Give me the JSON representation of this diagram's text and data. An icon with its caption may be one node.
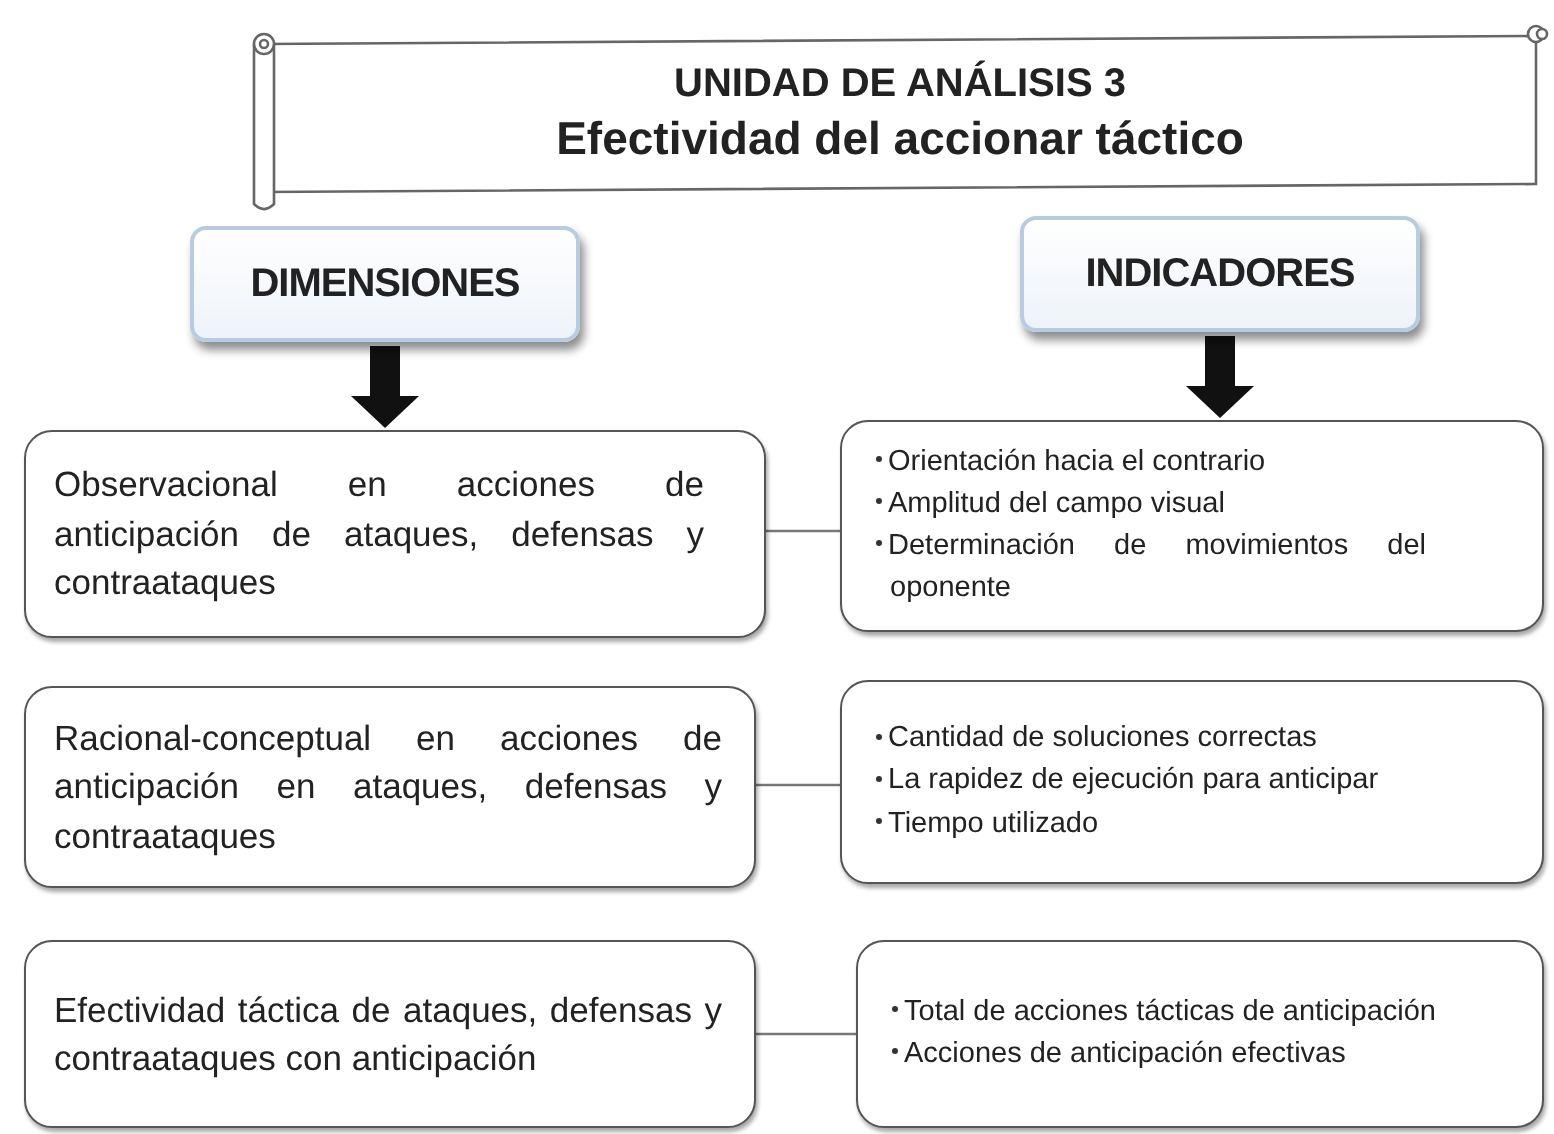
{
  "diagram": {
    "nodes": [
      {
        "text": [
          "UNIDAD DE ANÁLISIS 3",
          "Efectividad del accionar táctico"
        ]
      },
      {
        "text": [
          "DIMENSIONES"
        ]
      },
      {
        "text": [
          "INDICADORES"
        ]
      },
      {
        "text": [
          "Observacional en acciones de anticipación de ataques, defensas y contraataques"
        ]
      },
      {
        "text": [
          "Orientación hacia el contrario",
          "Amplitud del campo visual",
          "Determinación de movimientos del oponente"
        ]
      },
      {
        "text": [
          "Racional-conceptual en acciones de anticipación en ataques, defensas y contraataques"
        ]
      },
      {
        "text": [
          "Cantidad de soluciones correctas",
          "La rapidez de ejecución para anticipar",
          "Tiempo utilizado"
        ]
      },
      {
        "text": [
          "Efectividad táctica de ataques, defensas y contraataques con anticipación"
        ]
      },
      {
        "text": [
          "Total de acciones tácticas de anticipación",
          "Acciones de anticipación efectivas"
        ]
      }
    ],
    "edges": [
      {
        "from": 1,
        "to": 3,
        "arrow": "to",
        "style": "thick",
        "color": "#111111"
      },
      {
        "from": 2,
        "to": 4,
        "arrow": "to",
        "style": "thick",
        "color": "#111111"
      },
      {
        "from": 3,
        "to": 4,
        "arrow": "none"
      },
      {
        "from": 5,
        "to": 6,
        "arrow": "none"
      },
      {
        "from": 7,
        "to": 8,
        "arrow": "none"
      }
    ]
  }
}
